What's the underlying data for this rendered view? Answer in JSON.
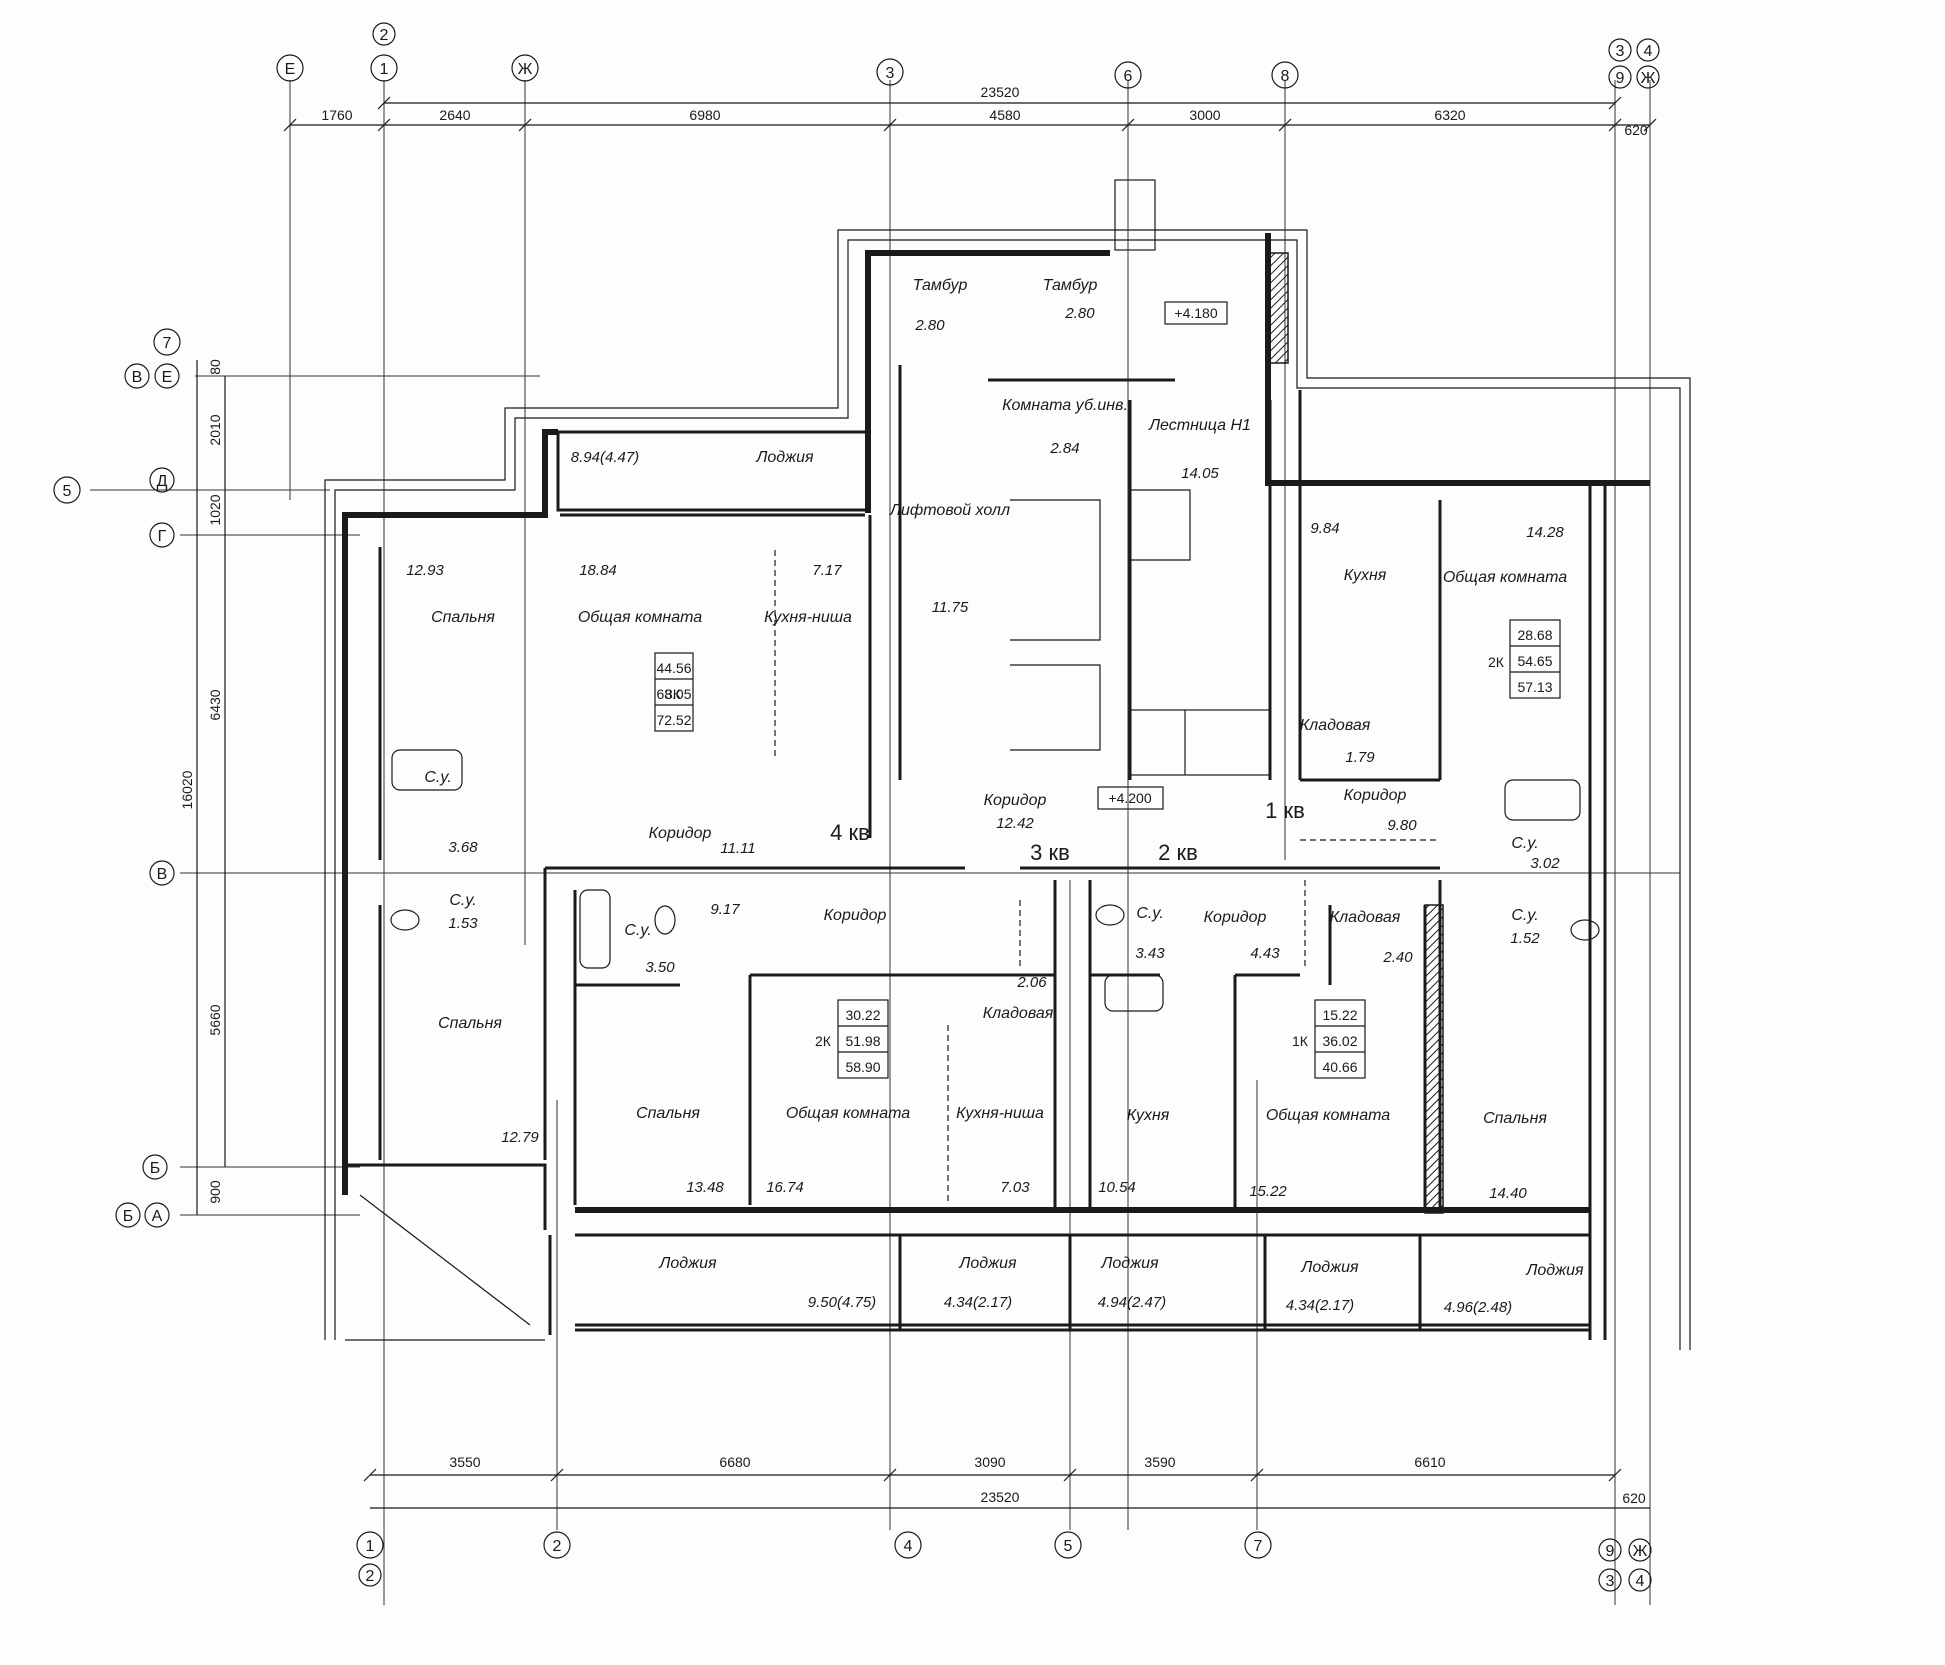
{
  "plan": {
    "overall_top": "23520",
    "overall_bottom": "23520",
    "top_dims": [
      "1760",
      "2640",
      "6980",
      "4580",
      "3000",
      "6320",
      "620"
    ],
    "bottom_dims": [
      "3550",
      "6680",
      "3090",
      "3590",
      "6610",
      "620"
    ],
    "left_dims": [
      "80",
      "2010",
      "1020",
      "6430",
      "16020",
      "5660",
      "900"
    ],
    "levels": [
      "+4.180",
      "+4.200"
    ],
    "apartment_labels": [
      "4 кв",
      "3 кв",
      "2 кв",
      "1 кв"
    ]
  },
  "axes": {
    "top": [
      "Е",
      "1",
      "Ж",
      "3",
      "6",
      "8"
    ],
    "top_double": [
      "2"
    ],
    "top_right_circles": [
      "3",
      "4",
      "9",
      "Ж"
    ],
    "left": [
      "7",
      "В",
      "Е",
      "5",
      "Д",
      "Г",
      "В",
      "Б",
      "Б",
      "А"
    ],
    "bottom": [
      "1",
      "2",
      "2",
      "4",
      "5",
      "7"
    ],
    "bottom_right": [
      "9",
      "Ж",
      "3",
      "4"
    ]
  },
  "rooms": [
    {
      "name": "Тамбур",
      "area": "2.80"
    },
    {
      "name": "Тамбур",
      "area": "2.80"
    },
    {
      "name": "Комната уб.инв.",
      "area": "2.84"
    },
    {
      "name": "Лестница Н1",
      "area": "14.05"
    },
    {
      "name": "Лифтовой холл",
      "area": "11.75"
    },
    {
      "name": "Лоджия",
      "area": "8.94(4.47)"
    },
    {
      "name": "Спальня",
      "area": "12.93"
    },
    {
      "name": "Общая комната",
      "area": "18.84"
    },
    {
      "name": "Кухня-ниша",
      "area": "7.17"
    },
    {
      "name": "С.у.",
      "area": "3.68"
    },
    {
      "name": "Коридор",
      "area": "11.11"
    },
    {
      "name": "С.у.",
      "area": "1.53"
    },
    {
      "name": "Спальня",
      "area": "12.79"
    },
    {
      "name": "Коридор",
      "area": "12.42"
    },
    {
      "name": "Кухня",
      "area": "9.84"
    },
    {
      "name": "Общая комната",
      "area": "14.28"
    },
    {
      "name": "Кладовая",
      "area": "1.79"
    },
    {
      "name": "Коридор",
      "area": "9.80"
    },
    {
      "name": "С.у.",
      "area": "3.02"
    },
    {
      "name": "С.у.",
      "area": "1.52"
    },
    {
      "name": "С.у.",
      "area": "3.50"
    },
    {
      "name": "Коридор",
      "area": "9.17"
    },
    {
      "name": "Кладовая",
      "area": "2.06"
    },
    {
      "name": "Спальня",
      "area": "13.48"
    },
    {
      "name": "Общая комната",
      "area": "16.74"
    },
    {
      "name": "Кухня-ниша",
      "area": "7.03"
    },
    {
      "name": "С.у.",
      "area": "3.43"
    },
    {
      "name": "Коридор",
      "area": "4.43"
    },
    {
      "name": "Кладовая",
      "area": "2.40"
    },
    {
      "name": "Кухня",
      "area": "10.54"
    },
    {
      "name": "Общая комната",
      "area": "15.22"
    },
    {
      "name": "Спальня",
      "area": "14.40"
    },
    {
      "name": "Лоджия",
      "area": "9.50(4.75)"
    },
    {
      "name": "Лоджия",
      "area": "4.34(2.17)"
    },
    {
      "name": "Лоджия",
      "area": "4.94(2.47)"
    },
    {
      "name": "Лоджия",
      "area": "4.34(2.17)"
    },
    {
      "name": "Лоджия",
      "area": "4.96(2.48)"
    }
  ],
  "apartments": [
    {
      "type": "3К",
      "areas": [
        "44.56",
        "68.05",
        "72.52"
      ]
    },
    {
      "type": "2К",
      "areas": [
        "28.68",
        "54.65",
        "57.13"
      ]
    },
    {
      "type": "2К",
      "areas": [
        "30.22",
        "51.98",
        "58.90"
      ]
    },
    {
      "type": "1К",
      "areas": [
        "15.22",
        "36.02",
        "40.66"
      ]
    }
  ]
}
